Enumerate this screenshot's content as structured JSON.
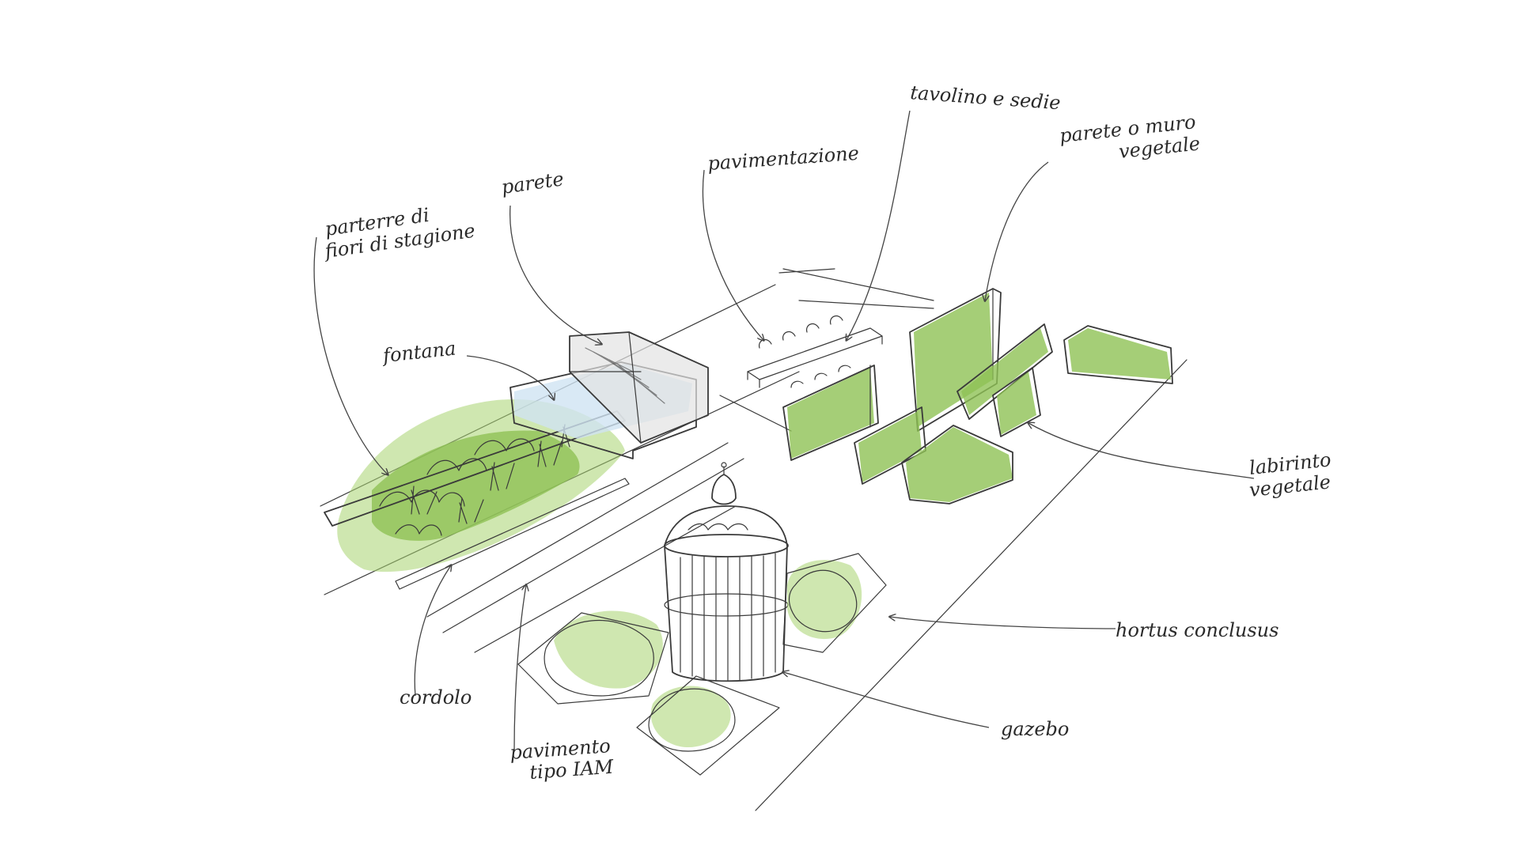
{
  "colors": {
    "ink": "#3a3a3a",
    "green": "#8fc255",
    "green_light": "#a8d36f",
    "water": "#cfe3f2"
  },
  "labels": {
    "tavolino": "tavolino e sedie",
    "parete_muro_1": "parete o muro",
    "parete_muro_2": "vegetale",
    "pavimentazione": "pavimentazione",
    "parete": "parete",
    "parterre_1": "parterre di",
    "parterre_2": "fiori di stagione",
    "fontana": "fontana",
    "labirinto_1": "labirinto",
    "labirinto_2": "vegetale",
    "hortus": "hortus conclusus",
    "gazebo": "gazebo",
    "cordolo": "cordolo",
    "pavimento_1": "pavimento",
    "pavimento_2": "tipo IAM"
  }
}
